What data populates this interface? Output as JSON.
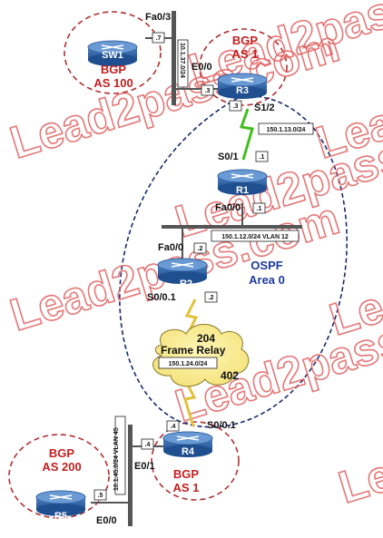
{
  "watermark": "Lead2pass.com",
  "routers": {
    "sw1": {
      "name": "SW1"
    },
    "r3": {
      "name": "R3"
    },
    "r1": {
      "name": "R1"
    },
    "r2": {
      "name": "R2"
    },
    "r4": {
      "name": "R4"
    },
    "r5": {
      "name": "R5"
    }
  },
  "domains": {
    "bgp_as100": {
      "line1": "BGP",
      "line2": "AS 100"
    },
    "bgp_as1_top": {
      "line1": "BGP",
      "line2": "AS 1"
    },
    "bgp_as1_bottom": {
      "line1": "BGP",
      "line2": "AS 1"
    },
    "bgp_as200": {
      "line1": "BGP",
      "line2": "AS 200"
    },
    "ospf": {
      "line1": "OSPF",
      "line2": "Area 0"
    }
  },
  "interfaces": {
    "sw1_fa03": "Fa0/3",
    "r3_e00": "E0/0",
    "r3_s12": "S1/2",
    "r1_s01": "S0/1",
    "r1_fa00": "Fa0/0",
    "r2_fa00": "Fa0/0",
    "r2_s001": "S0/0.1",
    "r4_s001": "S0/0.1",
    "r4_e01": "E0/1",
    "r5_e00": "E0/0"
  },
  "host_ids": {
    "sw1": ".7",
    "r3_e00": ".3",
    "r3_s12": ".3",
    "r1_s01": ".1",
    "r1_fa00": ".1",
    "r2_fa00": ".2",
    "r2_s001": ".2",
    "r4_s001": ".4",
    "r4_e01": ".4",
    "r5_e00": ".5"
  },
  "subnets": {
    "sw1_r3": "10.1.37.0/24",
    "r3_r1": "150.1.13.0/24",
    "r1_r2": "150.1.12.0/24 VLAN 12",
    "frame_relay": "150.1.24.0/24",
    "r4_r5": "10.1.45.0/24 VLAN 45"
  },
  "frame_relay": {
    "label": "Frame Relay",
    "dlci_r2": "204",
    "dlci_r4": "402"
  }
}
